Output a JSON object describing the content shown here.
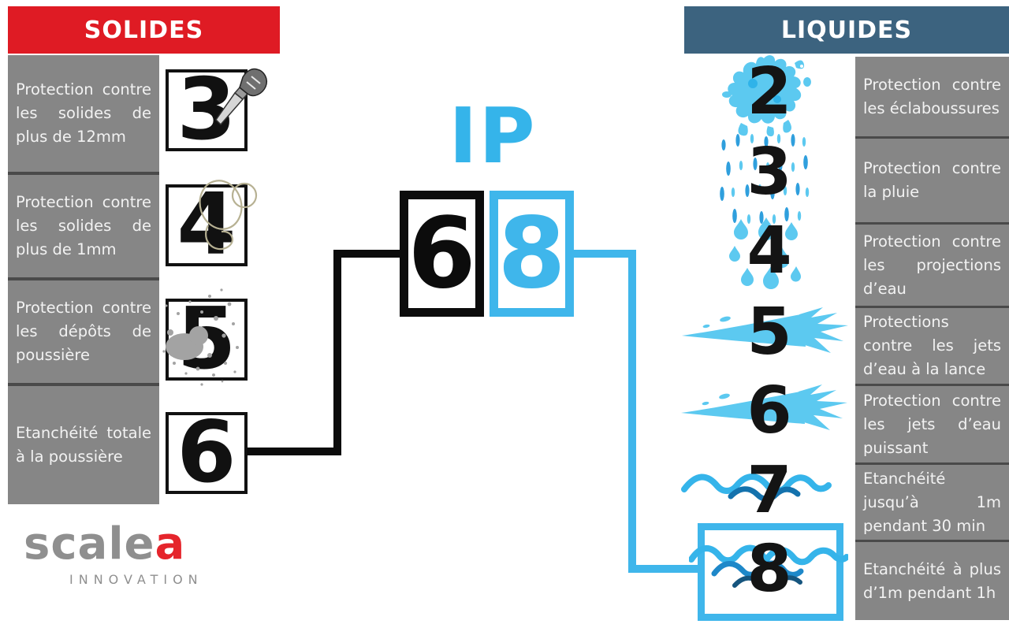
{
  "headers": {
    "solids": "SOLIDES",
    "liquids": "LIQUIDES"
  },
  "center": {
    "title": "IP",
    "solid_digit": "6",
    "liquid_digit": "8"
  },
  "solids": {
    "items": [
      {
        "digit": "3",
        "label": "Protection contre les solides de plus de 12mm",
        "icon": "screwdriver-icon"
      },
      {
        "digit": "4",
        "label": "Protection contre les solides de plus de 1mm",
        "icon": "wire-icon"
      },
      {
        "digit": "5",
        "label": "Protection contre les dépôts de poussière",
        "icon": "dust-icon"
      },
      {
        "digit": "6",
        "label": "Etanchéité totale à la poussière",
        "icon": ""
      }
    ]
  },
  "liquids": {
    "items": [
      {
        "digit": "2",
        "label": "Protection contre les éclaboussures",
        "icon": "splash-icon"
      },
      {
        "digit": "3",
        "label": "Protection contre la pluie",
        "icon": "rain-icon"
      },
      {
        "digit": "4",
        "label": "Protection contre les projections d’eau",
        "icon": "drops-icon"
      },
      {
        "digit": "5",
        "label": "Protections contre les jets d’eau à la lance",
        "icon": "water-jet-icon"
      },
      {
        "digit": "6",
        "label": "Protection contre les jets d’eau puissant",
        "icon": "water-jet-icon"
      },
      {
        "digit": "7",
        "label": "Etanchéité jusqu’à 1m pendant 30 min",
        "icon": "waves-icon"
      },
      {
        "digit": "8",
        "label": "Etanchéité à plus d’1m pendant 1h",
        "icon": "deep-waves-icon"
      }
    ]
  },
  "logo": {
    "brand_prefix": "scale",
    "brand_suffix": "a",
    "subtitle": "INNOVATION"
  },
  "colors": {
    "solids_header": "#df1b24",
    "liquids_header": "#3c637f",
    "accent_blue": "#3fb6eb",
    "ip_blue": "#35b4ea",
    "panel_gray": "#868686",
    "separator_gray": "#4a4a4a",
    "digit_black": "#111111"
  }
}
